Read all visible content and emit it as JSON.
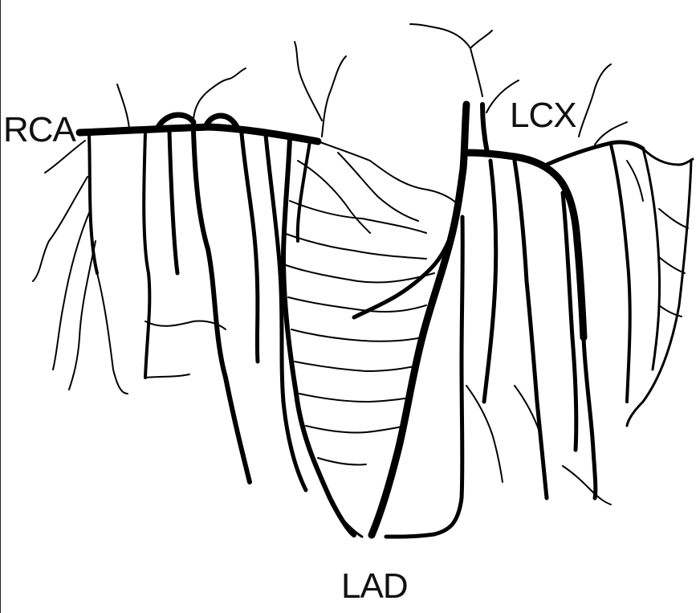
{
  "labels": {
    "rca": "RCA",
    "lcx": "LCX",
    "lad": "LAD"
  },
  "colors": {
    "vessel": "#000000",
    "background": "#ffffff"
  }
}
